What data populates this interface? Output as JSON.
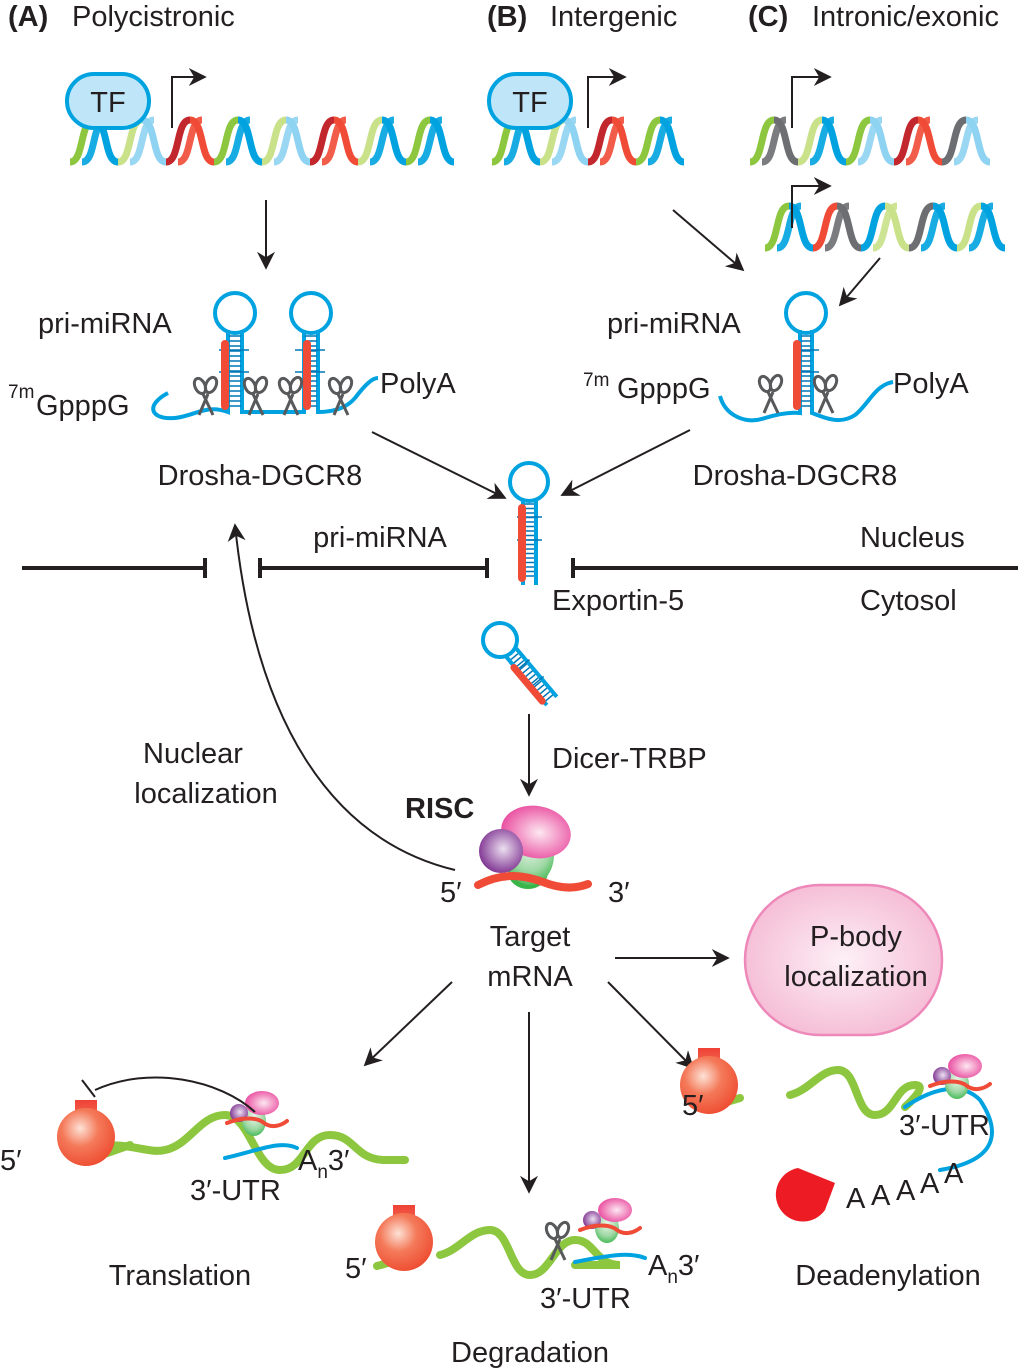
{
  "panels": {
    "a": {
      "letter": "(A)",
      "title": "Polycistronic"
    },
    "b": {
      "letter": "(B)",
      "title": "Intergenic"
    },
    "c": {
      "letter": "(C)",
      "title": "Intronic/exonic"
    }
  },
  "tf_label": "TF",
  "pri_mirna_label": "pri-miRNA",
  "cap_sup": "7m",
  "cap_label": "GpppG",
  "polya_label": "PolyA",
  "drosha_label": "Drosha-DGCR8",
  "membrane": {
    "pri_mirna_label": "pri-miRNA",
    "nucleus_label": "Nucleus",
    "cytosol_label": "Cytosol",
    "exportin_label": "Exportin-5"
  },
  "dicer_label": "Dicer-TRBP",
  "nuclear_localization": [
    "Nuclear",
    "localization"
  ],
  "risc_label": "RISC",
  "five_prime": "5′",
  "three_prime": "3′",
  "target_mrna": [
    "Target",
    "mRNA"
  ],
  "pbody": [
    "P-body",
    "localization"
  ],
  "utr_label": "3′-UTR",
  "an_base": "A",
  "an_sub": "n",
  "outcomes": {
    "translation": "Translation",
    "degradation": "Degradation",
    "deadenylation": "Deadenylation"
  },
  "polya_letters": [
    "A",
    "A",
    "A",
    "A",
    "A"
  ],
  "colors": {
    "rna_blue": "#00a3e0",
    "mirna_red": "#ef4b36",
    "dna_green": "#8dc63f",
    "dna_lightgreen": "#c9e189",
    "dna_darkred": "#c1272d",
    "dna_lightblue": "#8fd3f2",
    "dna_gray": "#6d6e71",
    "tf_fill": "#bfe6f8",
    "pbody_fill": "#f6c7dc",
    "pbody_stroke": "#ee88b9",
    "pacman_red": "#ed1c24",
    "scissors_gray": "#58595b"
  }
}
